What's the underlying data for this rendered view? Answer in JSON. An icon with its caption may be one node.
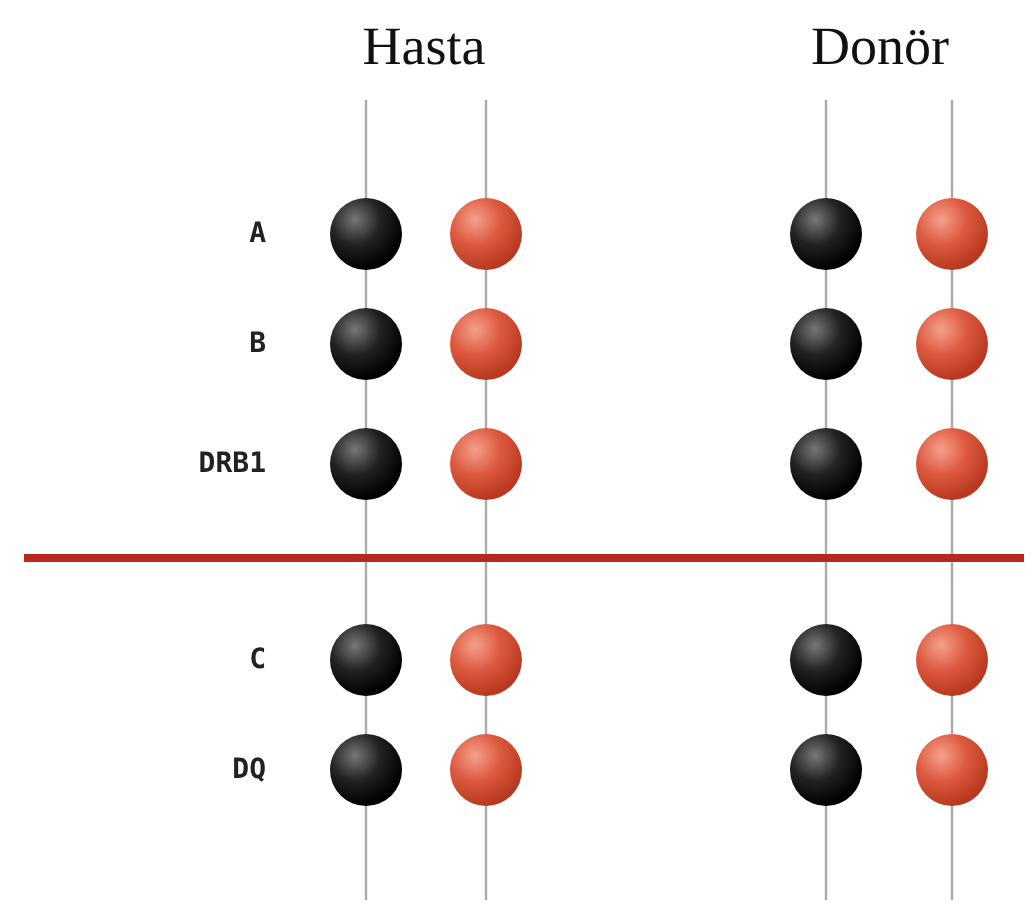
{
  "diagram": {
    "labels": [
      "Hasta",
      "Donör",
      "A",
      "B",
      "DRB1",
      "C",
      "DQ"
    ]
  }
}
